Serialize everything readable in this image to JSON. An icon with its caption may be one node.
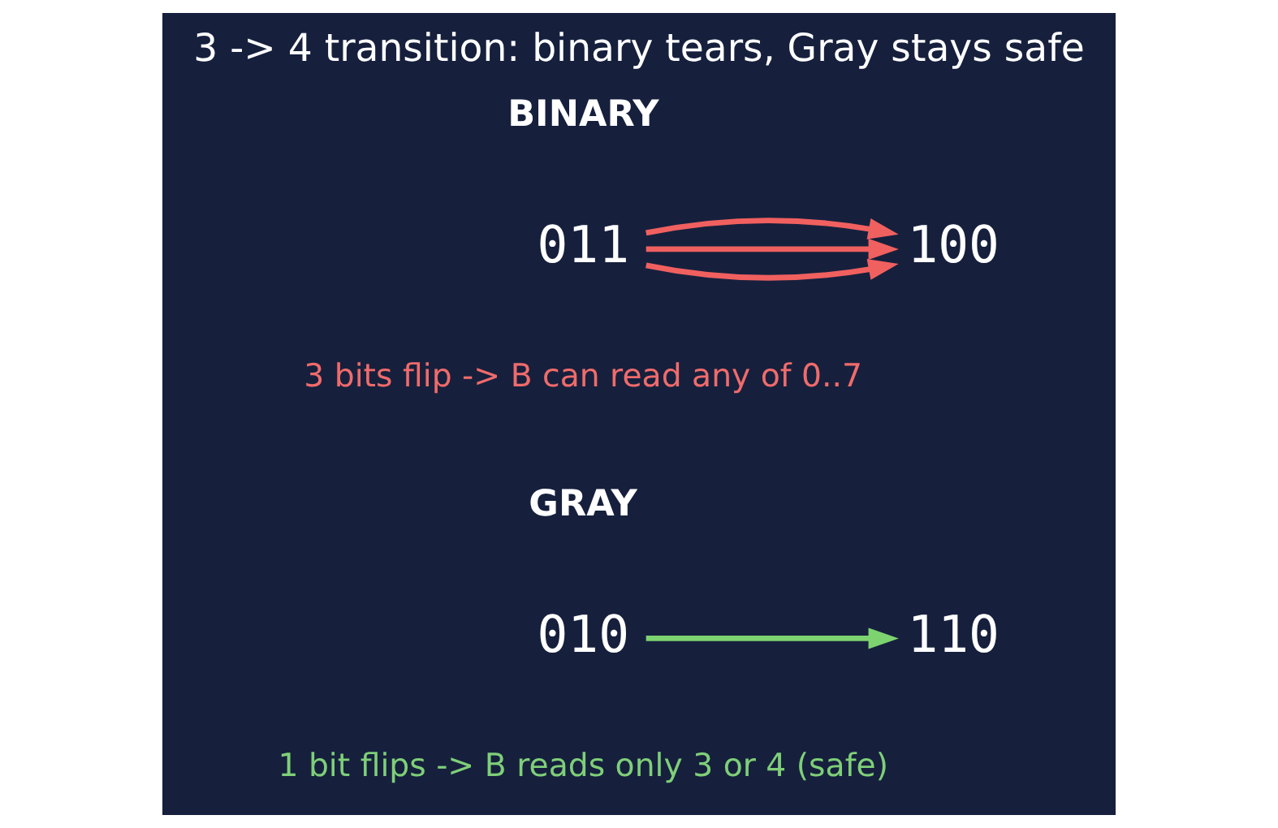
{
  "diagram": {
    "title": "3 -> 4 transition: binary tears, Gray stays safe",
    "nodes": [
      {
        "text": [
          "011"
        ]
      },
      {
        "text": [
          "100"
        ]
      },
      {
        "text": [
          "010"
        ]
      },
      {
        "text": [
          "110"
        ]
      }
    ],
    "edges": [
      {
        "from": 0,
        "to": 1,
        "arrow": "to",
        "color": "#f0605f"
      },
      {
        "from": 0,
        "to": 1,
        "arrow": "to",
        "color": "#f0605f"
      },
      {
        "from": 0,
        "to": 1,
        "arrow": "to",
        "color": "#f0605f"
      },
      {
        "from": 2,
        "to": 3,
        "arrow": "to",
        "color": "#7dd36f"
      }
    ],
    "labels": [
      "BINARY",
      "3 bits flip -> B can read any of 0..7",
      "GRAY",
      "1 bit flips -> B reads only 3 or 4 (safe)"
    ]
  }
}
